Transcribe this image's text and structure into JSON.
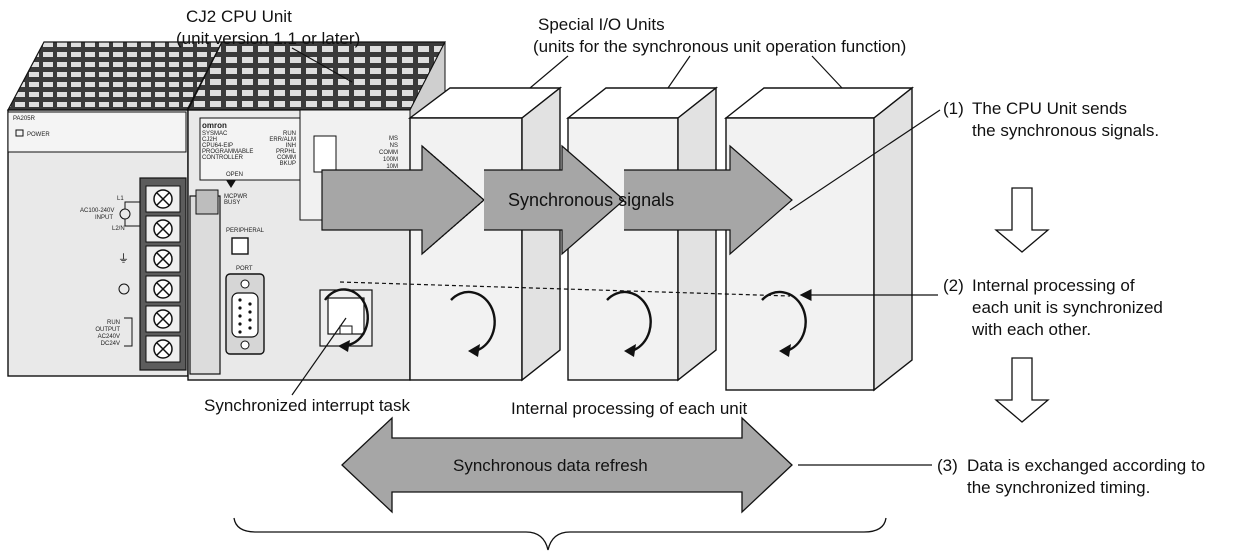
{
  "labels": {
    "cpu_unit": "CJ2 CPU Unit",
    "cpu_version": "(unit version 1.1 or later)",
    "special_io": "Special I/O Units",
    "special_io_sub": "(units for the synchronous unit operation function)",
    "sync_signals": "Synchronous signals",
    "sync_interrupt_task": "Synchronized interrupt task",
    "internal_processing": "Internal processing of each unit",
    "sync_data_refresh": "Synchronous data refresh"
  },
  "steps": [
    {
      "number": "(1)",
      "line1": "The CPU Unit sends",
      "line2": "the synchronous signals."
    },
    {
      "number": "(2)",
      "line1": "Internal processing of",
      "line2": "each unit is synchronized",
      "line3": "with each other."
    },
    {
      "number": "(3)",
      "line1": "Data is exchanged according to",
      "line2": "the synchronized timing."
    }
  ],
  "power_unit": {
    "model": "PA205R",
    "power_label": "POWER",
    "l1": "L1",
    "input_label": "AC100-240V",
    "input_word": "INPUT",
    "l2n": "L2/N",
    "run_output_1": "RUN",
    "run_output_2": "OUTPUT",
    "run_output_3": "AC240V",
    "run_output_4": "DC24V"
  },
  "cpu_panel": {
    "brand": "omron",
    "sysmac": "SYSMAC",
    "series": "CJ2H",
    "model": "CPU64-EIP",
    "programmable": "PROGRAMMABLE",
    "controller": "CONTROLLER",
    "status_run": "RUN",
    "status_err": "ERR/ALM",
    "status_inh": "INH",
    "status_prphl": "PRPHL",
    "status_comm": "COMM",
    "status_bkup": "BKUP",
    "ms": "MS",
    "ns": "NS",
    "comm": "COMM",
    "100m": "100M",
    "10m": "10M",
    "open": "OPEN",
    "mcpwr": "MCPWR",
    "busy": "BUSY",
    "peripheral": "PERIPHERAL",
    "port": "PORT"
  },
  "colors": {
    "arrow_fill": "#a6a6a6",
    "stroke": "#111111",
    "panel": "#e9e9e9",
    "dark": "#333333"
  }
}
